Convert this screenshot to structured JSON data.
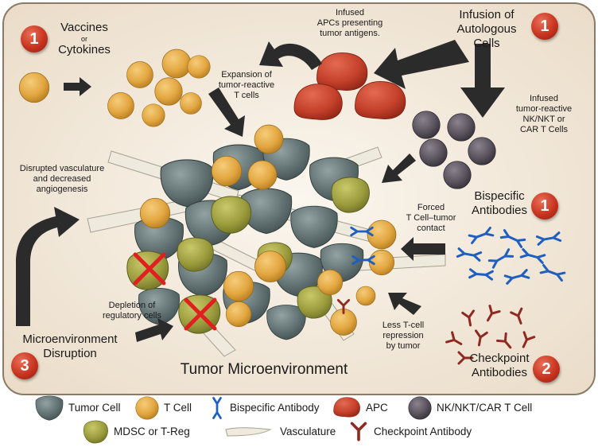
{
  "title": "Tumor Microenvironment",
  "groups": {
    "vaccines": {
      "badge": "1",
      "line1": "Vaccines",
      "or": "or",
      "line2": "Cytokines"
    },
    "autologous": {
      "badge": "1",
      "line1": "Infusion of",
      "line2": "Autologous",
      "line3": "Cells"
    },
    "bispecific": {
      "badge": "1",
      "line1": "Bispecific",
      "line2": "Antibodies"
    },
    "checkpoint": {
      "badge": "2",
      "line1": "Checkpoint",
      "line2": "Antibodies"
    },
    "microenv": {
      "badge": "3",
      "line1": "Microenvironment",
      "line2": "Disruption"
    }
  },
  "annotations": {
    "infused_apc": [
      "Infused",
      "APCs presenting",
      "tumor antigens."
    ],
    "expansion": [
      "Expansion of",
      "tumor-reactive",
      "T cells"
    ],
    "infused_nk": [
      "Infused",
      "tumor-reactive",
      "NK/NKT or",
      "CAR T Cells"
    ],
    "vasculature": [
      "Disrupted vasculature",
      "and decreased",
      "angiogenesis"
    ],
    "forced": [
      "Forced",
      "T Cell–tumor",
      "contact"
    ],
    "depletion": [
      "Depletion of",
      "regulatory cells"
    ],
    "less_tcell": [
      "Less T-cell",
      "repression",
      "by tumor"
    ]
  },
  "legend": {
    "tumor_cell": "Tumor Cell",
    "t_cell": "T Cell",
    "bispecific_antibody": "Bispecific Antibody",
    "apc": "APC",
    "nk_cell": "NK/NKT/CAR T Cell",
    "mdsc": "MDSC or T-Reg",
    "vasculature": "Vasculature",
    "checkpoint_antibody": "Checkpoint Antibody"
  },
  "colors": {
    "background": "#f4ebdf",
    "border": "#8a7a66",
    "tumor_cell": "#5f6f70",
    "t_cell": "#e2a640",
    "apc": "#c4402a",
    "nk_cell": "#56505a",
    "mdsc": "#9a9b3c",
    "bispecific_antibody": "#1f5fbf",
    "checkpoint_antibody": "#8e2a22",
    "vasculature": "#eeeade",
    "arrow": "#2b2b2b",
    "cross": "#e02020"
  }
}
